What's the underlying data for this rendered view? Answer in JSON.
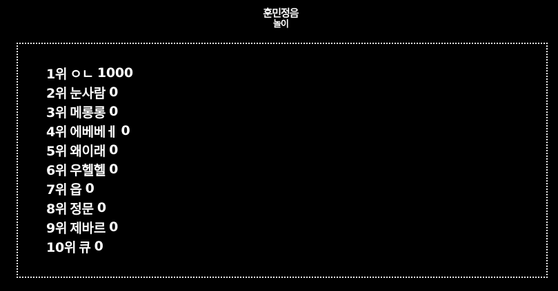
{
  "header": {
    "logo_line1": "훈민정음",
    "logo_line2": "놀이"
  },
  "leaderboard": {
    "rows": [
      {
        "rank": "1위",
        "name": "ㅇㄴ",
        "score": "1000"
      },
      {
        "rank": "2위",
        "name": "눈사람",
        "score": "0"
      },
      {
        "rank": "3위",
        "name": "메롱롱",
        "score": "0"
      },
      {
        "rank": "4위",
        "name": "에베베ㅔ",
        "score": "0"
      },
      {
        "rank": "5위",
        "name": "왜이래",
        "score": "0"
      },
      {
        "rank": "6위",
        "name": "우헬헬",
        "score": "0"
      },
      {
        "rank": "7위",
        "name": "읍",
        "score": "0"
      },
      {
        "rank": "8위",
        "name": "정문",
        "score": "0"
      },
      {
        "rank": "9위",
        "name": "제바르",
        "score": "0"
      },
      {
        "rank": "10위",
        "name": "큐",
        "score": "0"
      }
    ]
  }
}
